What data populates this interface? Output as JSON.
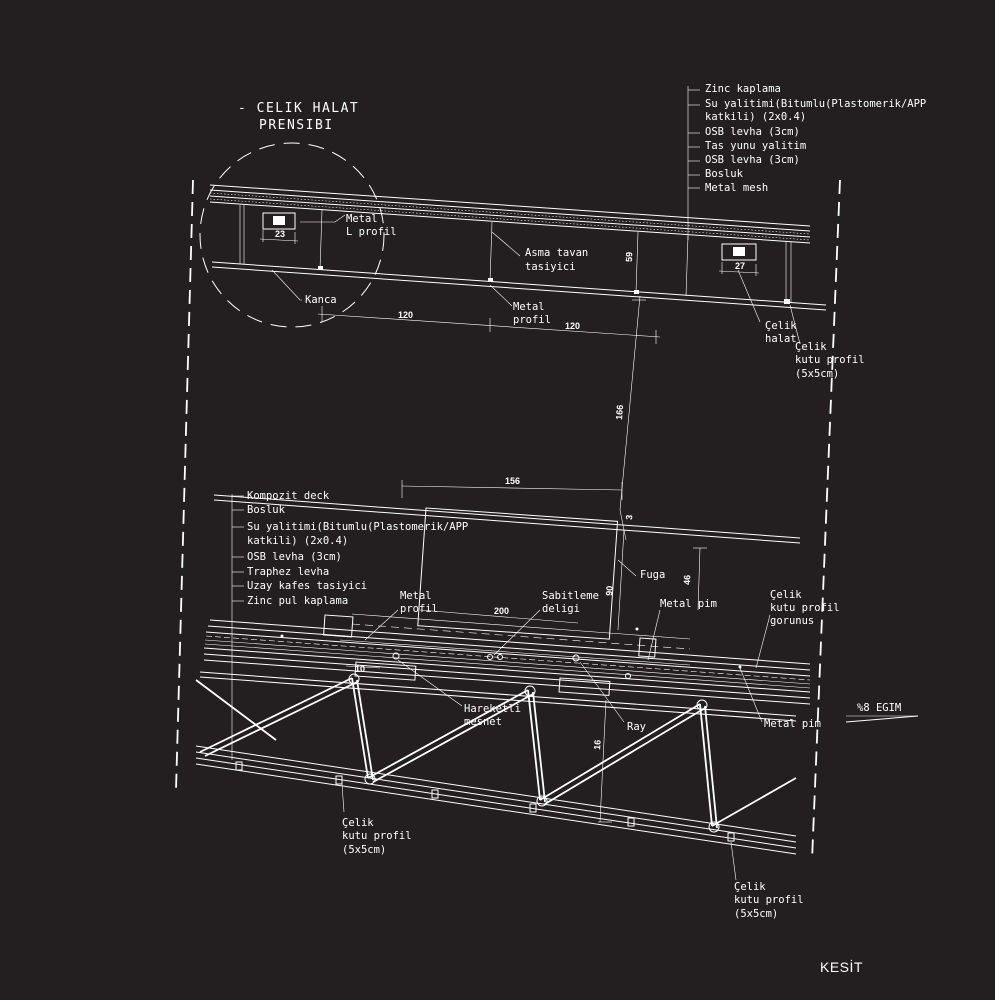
{
  "title": {
    "line1": "- CELIK HALAT",
    "line2": "PRENSIBI"
  },
  "roof_layers": [
    "Zinc kaplama",
    "Su yalitimi(Bitumlu(Plastomerik/APP",
    "katkili) (2x0.4)",
    "OSB levha (3cm)",
    "Tas yunu yalitim",
    "OSB levha (3cm)",
    "Bosluk",
    "Metal mesh"
  ],
  "floor_layers": [
    "Kompozit deck",
    "Bosluk",
    "Su yalitimi(Bitumlu(Plastomerik/APP",
    "katkili) (2x0.4)",
    "OSB levha (3cm)",
    "Traphez levha",
    "Uzay kafes tasiyici",
    "Zinc pul kaplama"
  ],
  "labels": {
    "metal_l_profil_1": "Metal",
    "metal_l_profil_2": "L profil",
    "asma_tavan_1": "Asma tavan",
    "asma_tavan_2": "tasiyici",
    "kanca": "Kanca",
    "metal_profil_top_1": "Metal",
    "metal_profil_top_2": "profil",
    "celik_halat_1": "Çelik",
    "celik_halat_2": "halat",
    "kutu_right_top_1": "Çelik",
    "kutu_right_top_2": "kutu profil",
    "kutu_right_top_3": "(5x5cm)",
    "fuga": "Fuga",
    "metal_profil_mid_1": "Metal",
    "metal_profil_mid_2": "profil",
    "sabitleme_1": "Sabitleme",
    "sabitleme_2": "deligi",
    "metal_pim_1": "Metal pim",
    "gorunus_1": "Çelik",
    "gorunus_2": "kutu profil",
    "gorunus_3": "gorunus",
    "hareketli_1": "Hareketli",
    "hareketli_2": "mesnet",
    "ray": "Ray",
    "metal_pim_2": "Metal pim",
    "egim": "%8 EGIM",
    "kutu_left_bottom_1": "Çelik",
    "kutu_left_bottom_2": "kutu profil",
    "kutu_left_bottom_3": "(5x5cm)",
    "kutu_right_bottom_1": "Çelik",
    "kutu_right_bottom_2": "kutu profil",
    "kutu_right_bottom_3": "(5x5cm)",
    "kesit": "KESİT"
  },
  "dimensions": {
    "d23": "23",
    "d27": "27",
    "d59": "59",
    "d120a": "120",
    "d120b": "120",
    "d166": "166",
    "d156": "156",
    "d3": "3",
    "d46": "46",
    "d90": "90",
    "d200": "200",
    "d10": "10",
    "d16": "16"
  },
  "colors": {
    "background": "#231f20",
    "line": "#ffffff"
  }
}
